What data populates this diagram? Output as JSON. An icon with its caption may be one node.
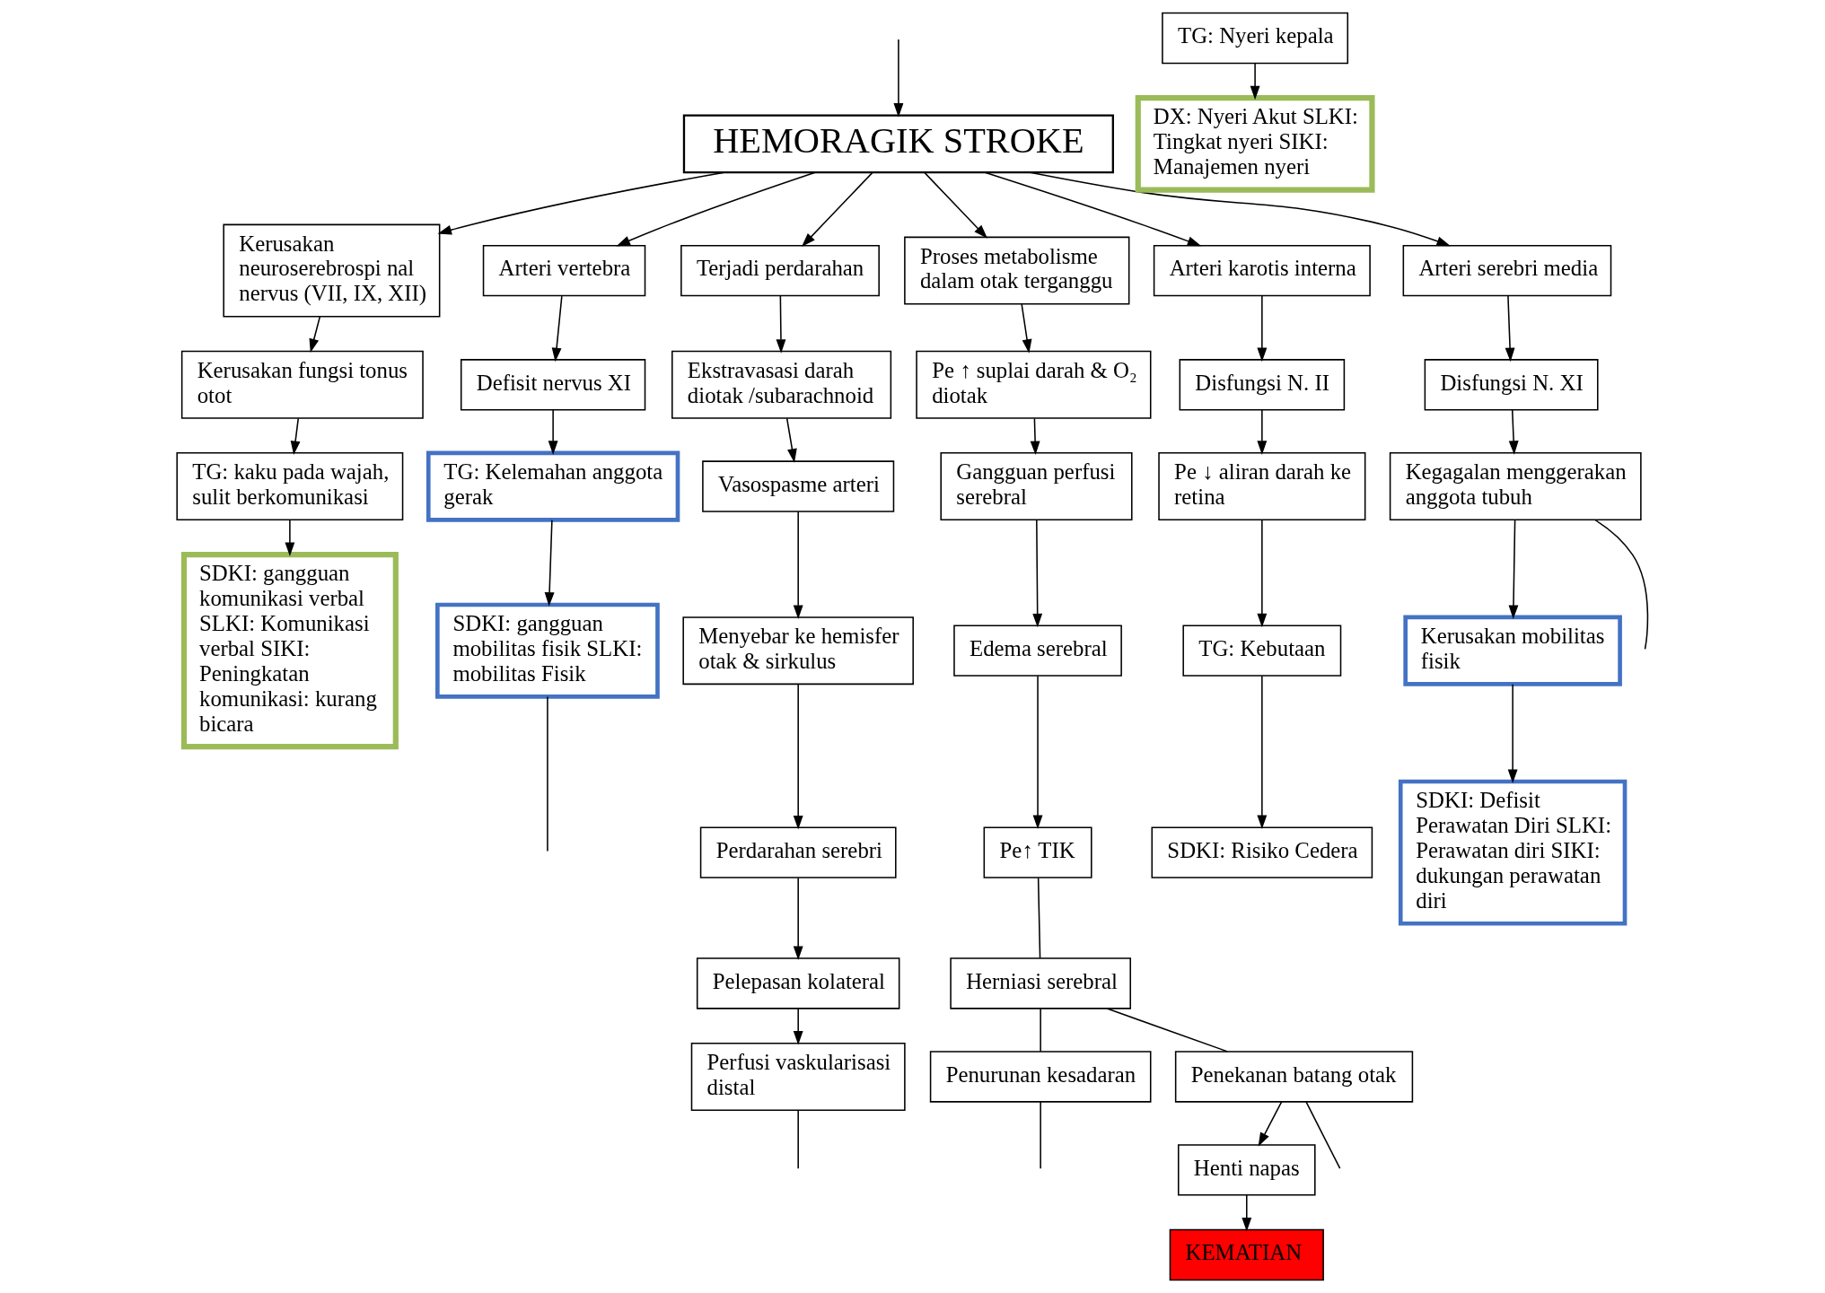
{
  "diagram": {
    "nodes": [
      {
        "text": [
          "HEMORAGIK STROKE"
        ]
      },
      {
        "text": [
          "Kerusakan neuroserebrospi nal nervus (VII, IX, XII)"
        ]
      },
      {
        "text": [
          "Kerusakan fungsi tonus otot"
        ]
      },
      {
        "text": [
          "TG: kaku pada wajah, sulit berkomunikasi"
        ]
      },
      {
        "text": [
          "SDKI: gangguan komunikasi verbal SLKI: Komunikasi verbal SIKI: Peningkatan komunikasi: kurang bicara"
        ]
      },
      {
        "text": [
          "Arteri vertebra"
        ]
      },
      {
        "text": [
          "Defisit nervus XI"
        ]
      },
      {
        "text": [
          "TG: Kelemahan anggota gerak"
        ]
      },
      {
        "text": [
          "SDKI: gangguan mobilitas fisik SLKI: mobilitas Fisik"
        ]
      },
      {
        "text": [
          "Terjadi perdarahan"
        ]
      },
      {
        "text": [
          "Ekstravasasi darah diotak /subarachnoid"
        ]
      },
      {
        "text": [
          "Vasospasme arteri"
        ]
      },
      {
        "text": [
          "Menyebar ke hemisfer otak & sirkulus"
        ]
      },
      {
        "text": [
          "Perdarahan serebri"
        ]
      },
      {
        "text": [
          "Pelepasan kolateral"
        ]
      },
      {
        "text": [
          "Perfusi vaskularisasi distal"
        ]
      },
      {
        "text": [
          "Proses metabolisme dalam otak terganggu"
        ]
      },
      {
        "text": [
          "Pe ↑ suplai darah & O₂ diotak"
        ]
      },
      {
        "text": [
          "Gangguan perfusi serebral"
        ]
      },
      {
        "text": [
          "Edema serebral"
        ]
      },
      {
        "text": [
          "Pe↑ TIK"
        ]
      },
      {
        "text": [
          "TG: Nyeri kepala"
        ]
      },
      {
        "text": [
          "DX: Nyeri Akut SLKI: Tingkat nyeri SIKI: Manajemen nyeri"
        ]
      },
      {
        "text": [
          "Arteri karotis interna"
        ]
      },
      {
        "text": [
          "Disfungsi N. II"
        ]
      },
      {
        "text": [
          "Pe ↓ aliran darah ke retina"
        ]
      },
      {
        "text": [
          "TG: Kebutaan"
        ]
      },
      {
        "text": [
          "SDKI: Risiko Cedera"
        ]
      },
      {
        "text": [
          "Herniasi serebral"
        ]
      },
      {
        "text": [
          "Penurunan kesadaran"
        ]
      },
      {
        "text": [
          "Penekanan batang otak"
        ]
      },
      {
        "text": [
          "Henti napas"
        ]
      },
      {
        "text": [
          "KEMATIAN"
        ]
      },
      {
        "text": [
          "Arteri serebri media"
        ]
      },
      {
        "text": [
          "Disfungsi N. XI"
        ]
      },
      {
        "text": [
          "Kegagalan menggerakan anggota tubuh"
        ]
      },
      {
        "text": [
          "Kerusakan mobilitas fisik"
        ]
      },
      {
        "text": [
          "SDKI: Defisit Perawatan Diri SLKI: Perawatan diri SIKI: dukungan perawatan diri"
        ]
      }
    ],
    "edges": [
      {
        "from": null,
        "to": 0,
        "arrow": "to"
      },
      {
        "from": 0,
        "to": 1,
        "arrow": "to"
      },
      {
        "from": 0,
        "to": 5,
        "arrow": "to"
      },
      {
        "from": 0,
        "to": 9,
        "arrow": "to"
      },
      {
        "from": 0,
        "to": 16,
        "arrow": "to"
      },
      {
        "from": 0,
        "to": 23,
        "arrow": "to"
      },
      {
        "from": 0,
        "to": 33,
        "arrow": "to"
      },
      {
        "from": 1,
        "to": 2,
        "arrow": "to"
      },
      {
        "from": 2,
        "to": 3,
        "arrow": "to"
      },
      {
        "from": 3,
        "to": 4,
        "arrow": "to"
      },
      {
        "from": 5,
        "to": 6,
        "arrow": "to"
      },
      {
        "from": 6,
        "to": 7,
        "arrow": "to"
      },
      {
        "from": 7,
        "to": 8,
        "arrow": "to"
      },
      {
        "from": 8,
        "to": null,
        "arrow": "none"
      },
      {
        "from": 9,
        "to": 10,
        "arrow": "to"
      },
      {
        "from": 10,
        "to": 11,
        "arrow": "to"
      },
      {
        "from": 11,
        "to": 12,
        "arrow": "to"
      },
      {
        "from": 12,
        "to": 13,
        "arrow": "to"
      },
      {
        "from": 13,
        "to": 14,
        "arrow": "to"
      },
      {
        "from": 14,
        "to": 15,
        "arrow": "to"
      },
      {
        "from": 15,
        "to": null,
        "arrow": "none"
      },
      {
        "from": 16,
        "to": 17,
        "arrow": "to"
      },
      {
        "from": 17,
        "to": 18,
        "arrow": "to"
      },
      {
        "from": 18,
        "to": 19,
        "arrow": "to"
      },
      {
        "from": 19,
        "to": 20,
        "arrow": "to"
      },
      {
        "from": 20,
        "to": 28,
        "arrow": "none"
      },
      {
        "from": 21,
        "to": 22,
        "arrow": "to"
      },
      {
        "from": 23,
        "to": 24,
        "arrow": "to"
      },
      {
        "from": 24,
        "to": 25,
        "arrow": "to"
      },
      {
        "from": 25,
        "to": 26,
        "arrow": "to"
      },
      {
        "from": 26,
        "to": 27,
        "arrow": "to"
      },
      {
        "from": 28,
        "to": 29,
        "arrow": "none"
      },
      {
        "from": 28,
        "to": 30,
        "arrow": "none"
      },
      {
        "from": 29,
        "to": null,
        "arrow": "none"
      },
      {
        "from": 30,
        "to": 31,
        "arrow": "to"
      },
      {
        "from": 30,
        "to": null,
        "arrow": "none"
      },
      {
        "from": 31,
        "to": 32,
        "arrow": "to"
      },
      {
        "from": 33,
        "to": 34,
        "arrow": "to"
      },
      {
        "from": 34,
        "to": 35,
        "arrow": "to"
      },
      {
        "from": 35,
        "to": 36,
        "arrow": "to"
      },
      {
        "from": 35,
        "to": null,
        "arrow": "none"
      },
      {
        "from": 36,
        "to": 37,
        "arrow": "to"
      }
    ]
  }
}
